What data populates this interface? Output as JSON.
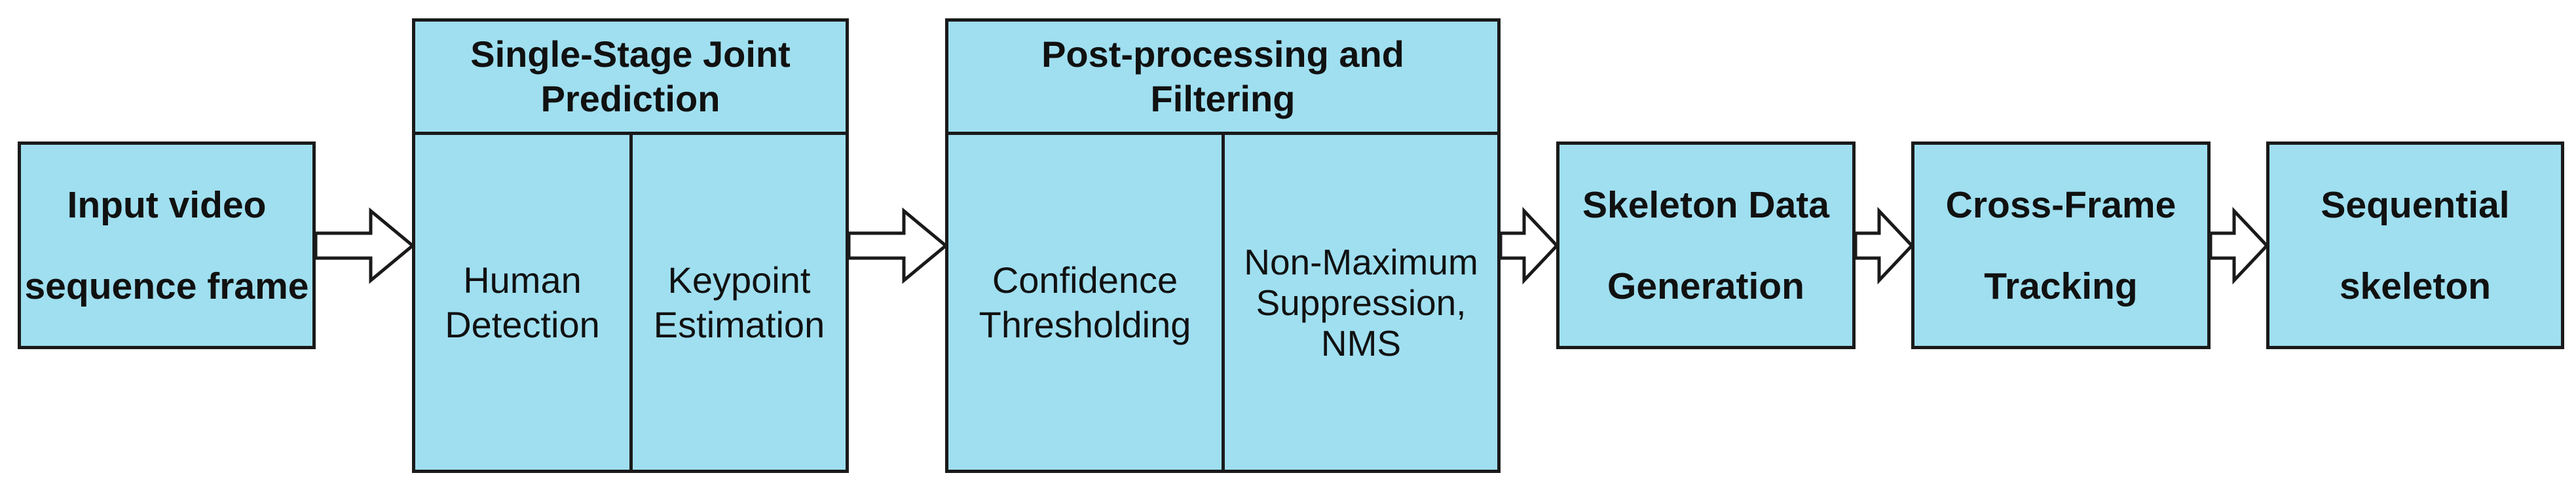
{
  "colors": {
    "box_fill": "#9fdff0",
    "border": "#1a1a1a",
    "arrow_fill": "#ffffff"
  },
  "nodes": {
    "input": "Input video\nsequence frame",
    "single_stage": {
      "title": "Single-Stage Joint\nPrediction",
      "left": "Human\nDetection",
      "right": "Keypoint\nEstimation"
    },
    "post_processing": {
      "title": "Post-processing and\nFiltering",
      "left": "Confidence\nThresholding",
      "right": "Non-Maximum\nSuppression,\nNMS"
    },
    "skeleton": "Skeleton Data\nGeneration",
    "tracking": "Cross-Frame\nTracking",
    "sequential": "Sequential\nskeleton"
  },
  "edges": [
    {
      "from": "input",
      "to": "single_stage"
    },
    {
      "from": "single_stage",
      "to": "post_processing"
    },
    {
      "from": "post_processing",
      "to": "skeleton"
    },
    {
      "from": "skeleton",
      "to": "tracking"
    },
    {
      "from": "tracking",
      "to": "sequential"
    }
  ]
}
